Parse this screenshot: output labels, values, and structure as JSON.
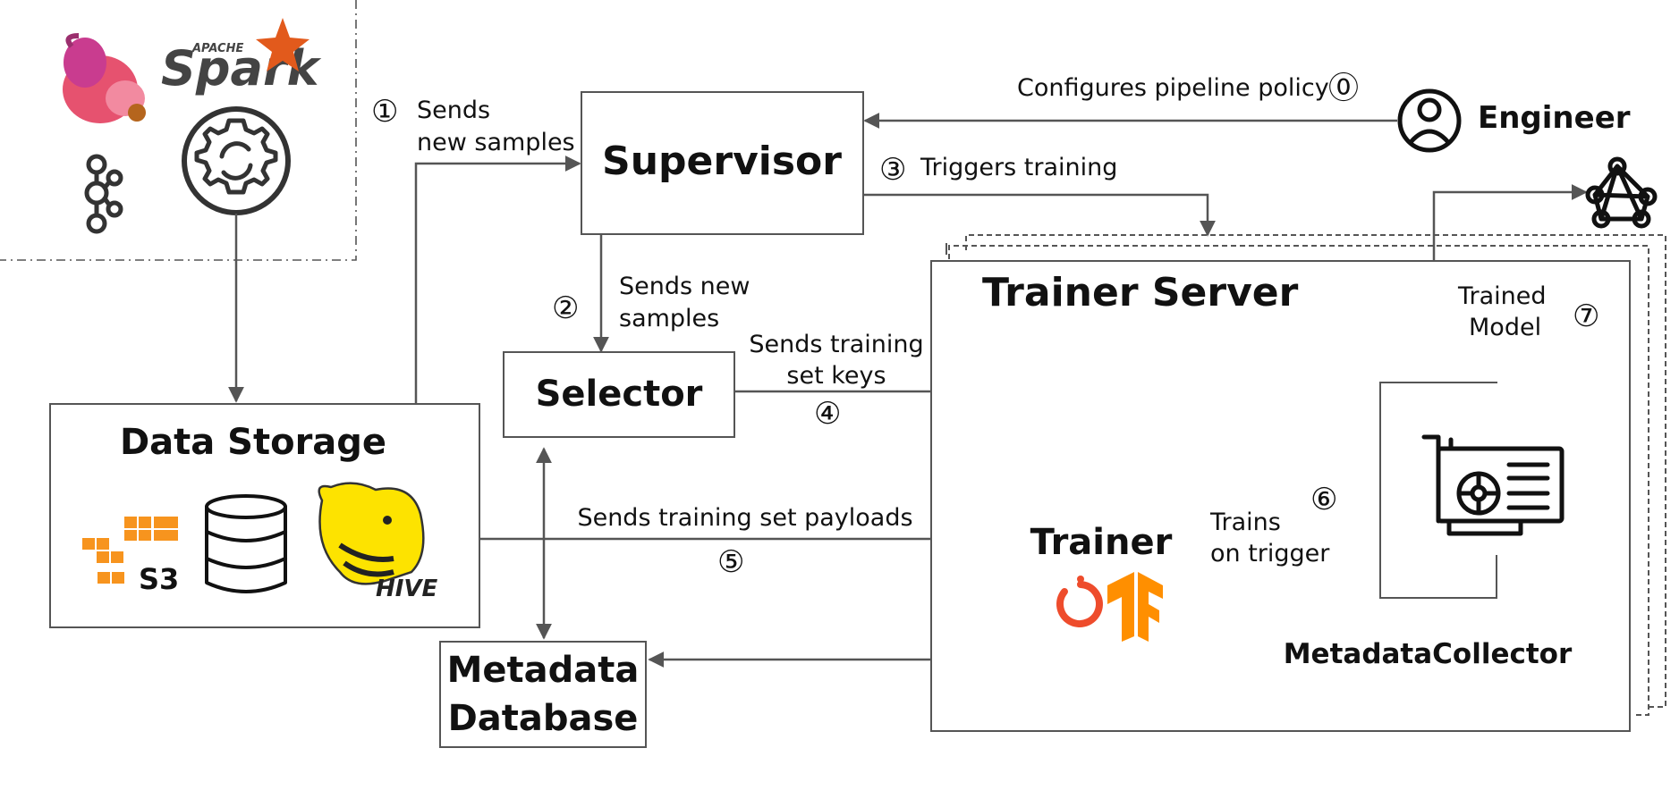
{
  "components": {
    "supervisor": "Supervisor",
    "selector": "Selector",
    "data_storage": "Data Storage",
    "metadata_db_line1": "Metadata",
    "metadata_db_line2": "Database",
    "trainer_server": "Trainer Server",
    "trainer": "Trainer",
    "metadata_collector": "MetadataCollector",
    "engineer": "Engineer"
  },
  "steps": {
    "s0": {
      "num": "⓪",
      "line1": "Configures pipeline policy"
    },
    "s1": {
      "num": "①",
      "line1": "Sends",
      "line2": "new samples"
    },
    "s2": {
      "num": "②",
      "line1": "Sends new",
      "line2": "samples"
    },
    "s3": {
      "num": "③",
      "line1": "Triggers training"
    },
    "s4": {
      "num": "④",
      "line1": "Sends training",
      "line2": "set keys"
    },
    "s5": {
      "num": "⑤",
      "line1": "Sends training set payloads"
    },
    "s6": {
      "num": "⑥",
      "line1": "Trains",
      "line2": "on trigger"
    },
    "s7": {
      "num": "⑦",
      "line1": "Trained",
      "line2": "Model"
    }
  },
  "logos": {
    "spark_small": "APACHE",
    "spark": "Spark",
    "s3": "S3",
    "hive": "HIVE"
  },
  "icons": [
    "flink-squirrel-icon",
    "spark-logo",
    "kafka-icon",
    "gear-sync-icon",
    "engineer-user-icon",
    "neural-network-icon",
    "aws-s3-icon",
    "database-cylinder-icon",
    "hive-logo",
    "pytorch-icon",
    "tensorflow-icon",
    "gpu-card-icon"
  ],
  "colors": {
    "orange": "#f7941e",
    "spark_orange": "#e25a1c",
    "pytorch": "#ee4c2c",
    "tensorflow": "#ff8f00",
    "hive_yellow": "#fde300",
    "flink_pink": "#e6526f"
  }
}
